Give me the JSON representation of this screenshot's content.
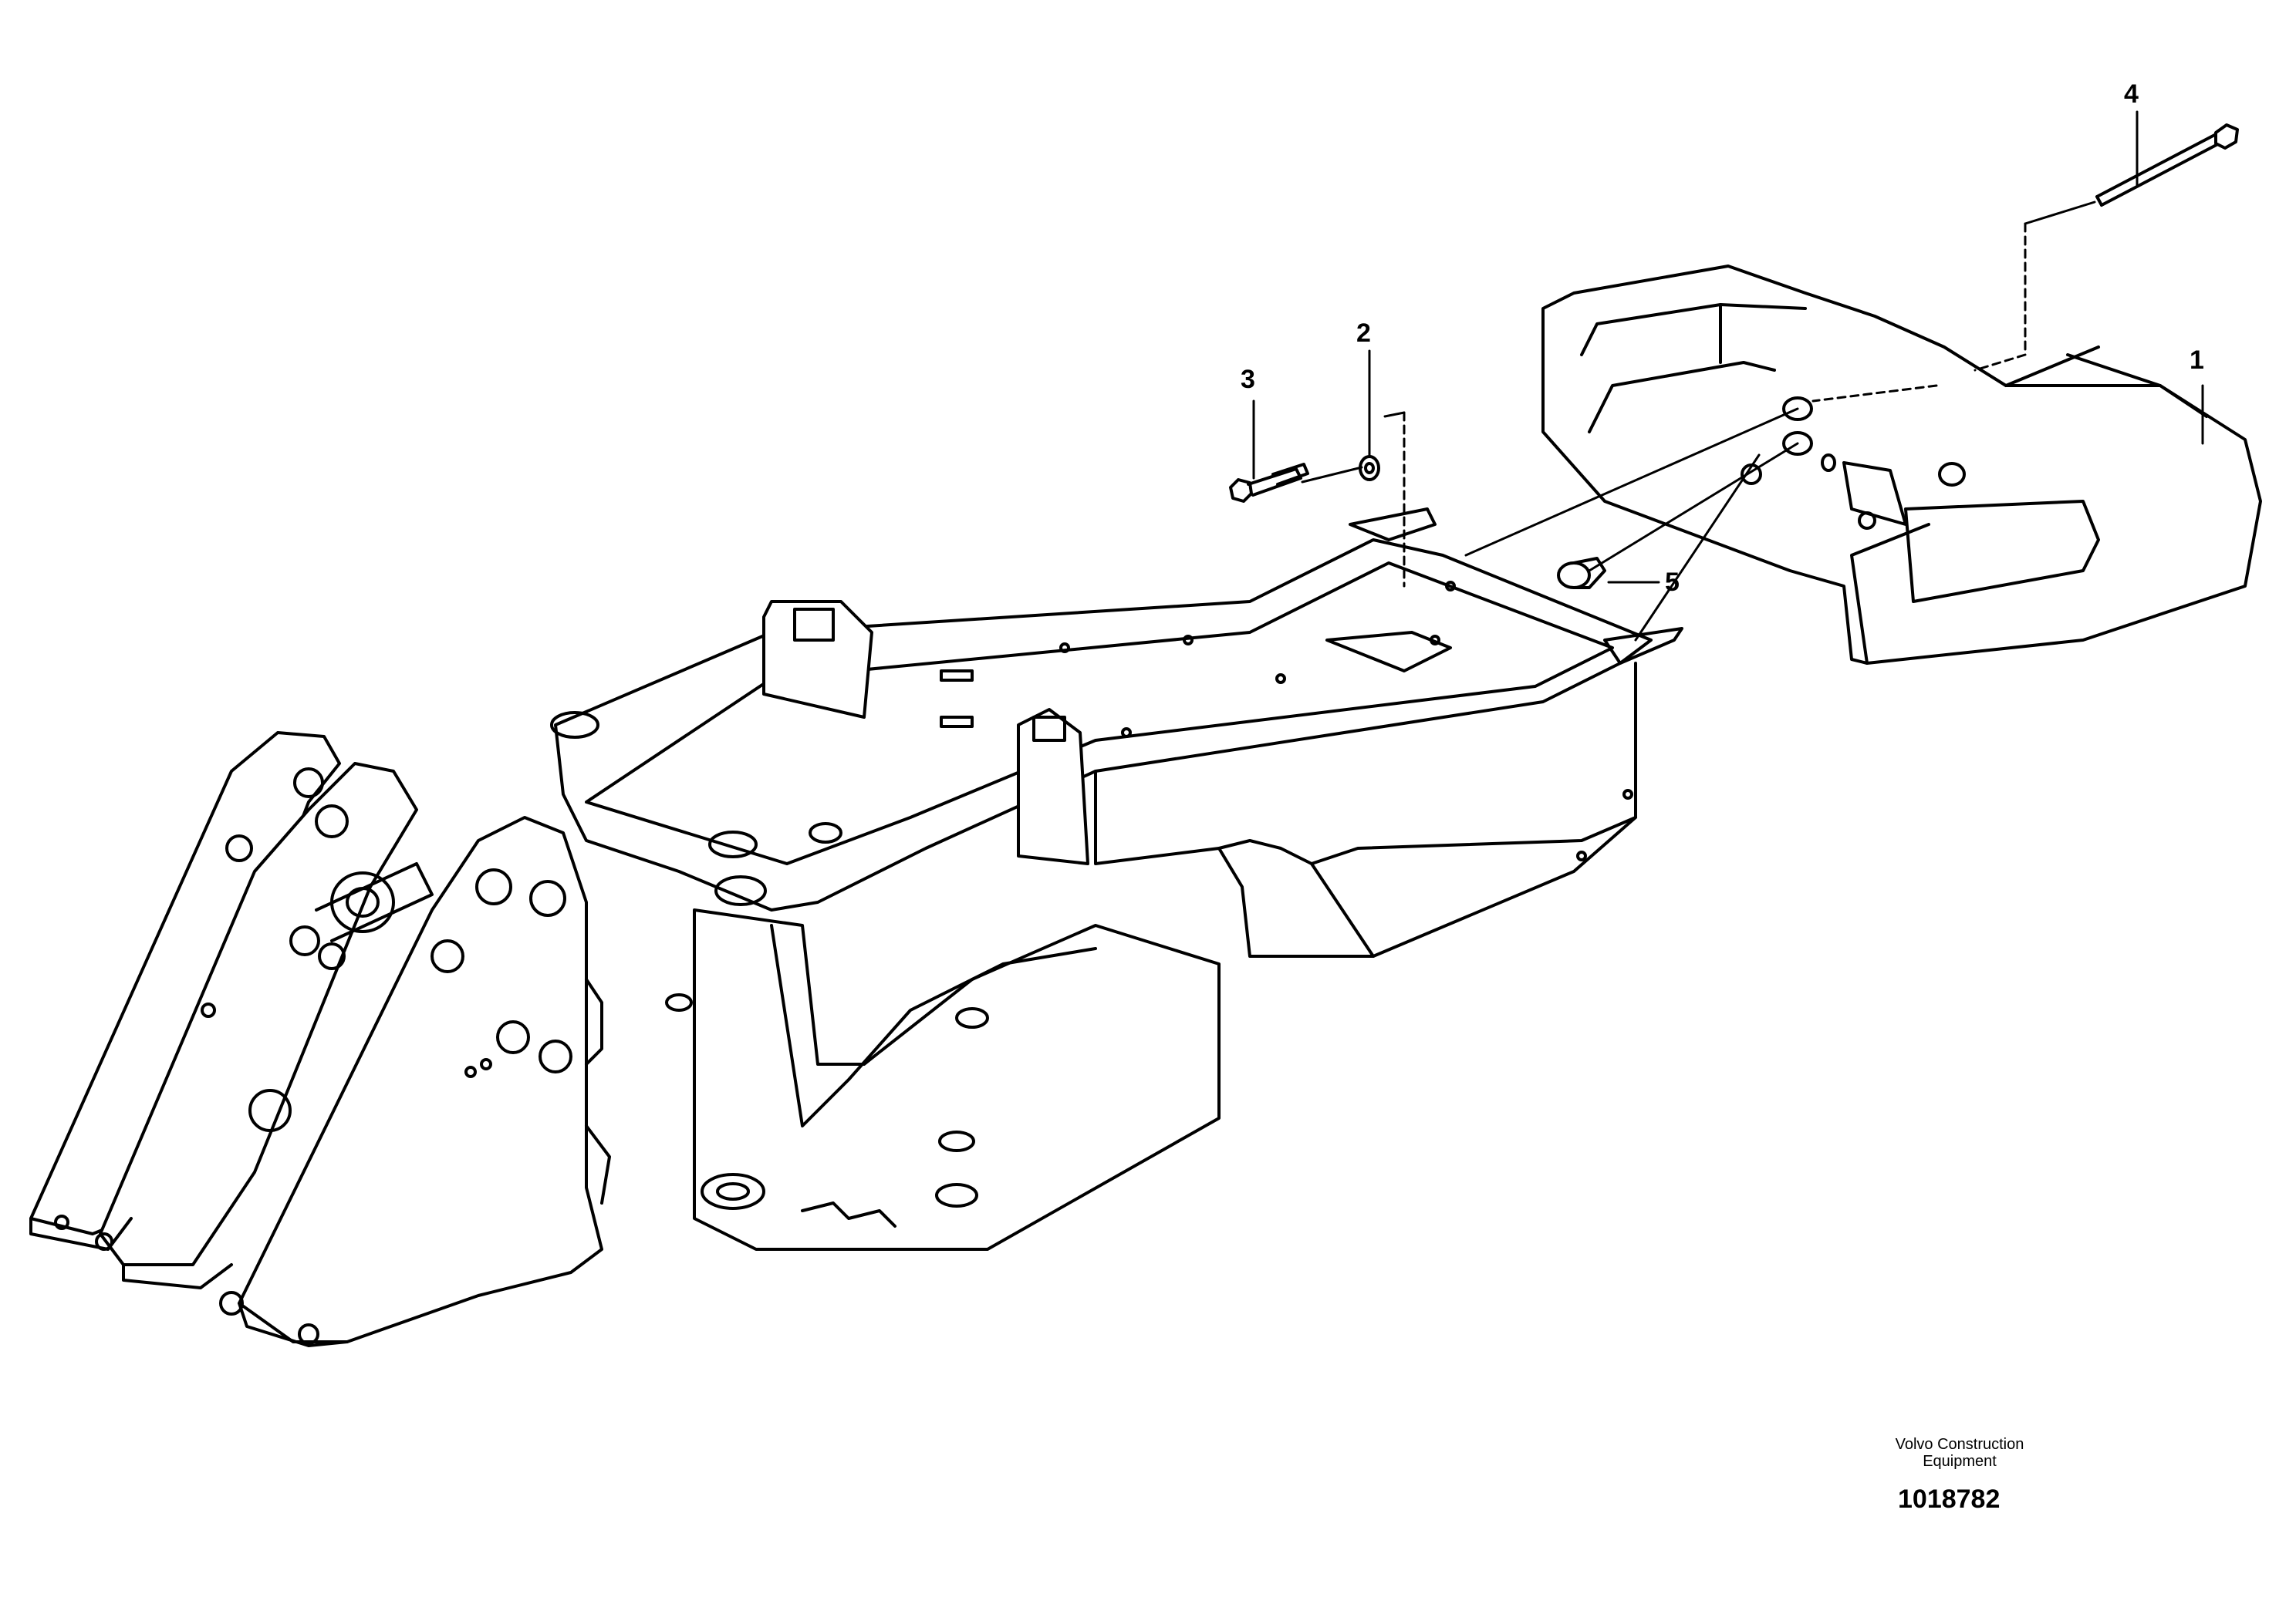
{
  "callouts": [
    {
      "id": "1",
      "label": "1"
    },
    {
      "id": "2",
      "label": "2"
    },
    {
      "id": "3",
      "label": "3"
    },
    {
      "id": "4",
      "label": "4"
    },
    {
      "id": "5",
      "label": "5"
    }
  ],
  "credit": {
    "line1": "Volvo Construction",
    "line2": "Equipment"
  },
  "drawing_number": "1018782",
  "line_color": "#000000",
  "background_color": "#ffffff"
}
